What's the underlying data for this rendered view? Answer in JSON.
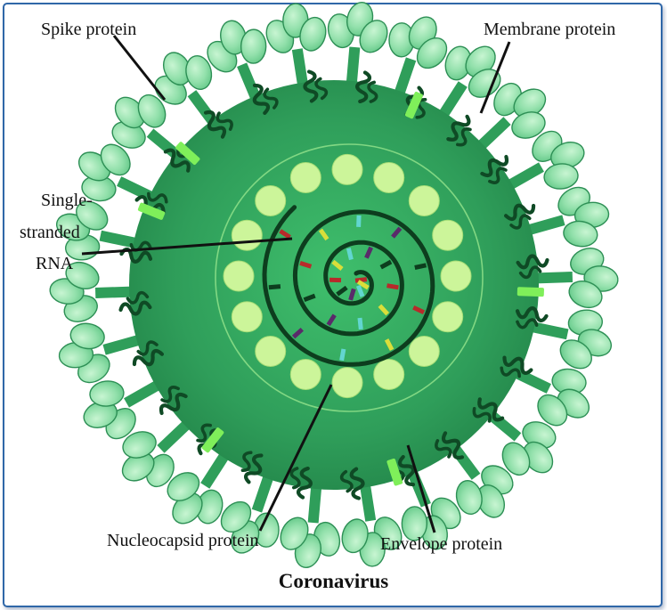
{
  "title": "Coronavirus",
  "labels": {
    "spike": "Spike protein",
    "membrane": "Membrane protein",
    "rna_1": "Single-",
    "rna_2": "stranded",
    "rna_3": "RNA",
    "nucleocapsid": "Nucleocapsid protein",
    "envelope": "Envelope protein"
  },
  "colors": {
    "virion_body": "#2f9e5a",
    "virion_dark": "#1f7a40",
    "spike_head": "#8fe0a8",
    "spike_outline": "#2d8f55",
    "membrane_protein": "#0f4a25",
    "envelope_protein": "#7fef5a",
    "nucleocapsid": "#ccf59a",
    "rna_strand": "#0d3d1e",
    "rna_bases": [
      "#b82a2a",
      "#d9de3a",
      "#62d6d0",
      "#5a2a6a",
      "#0d3d1e"
    ],
    "frame": "#2f67a8"
  }
}
